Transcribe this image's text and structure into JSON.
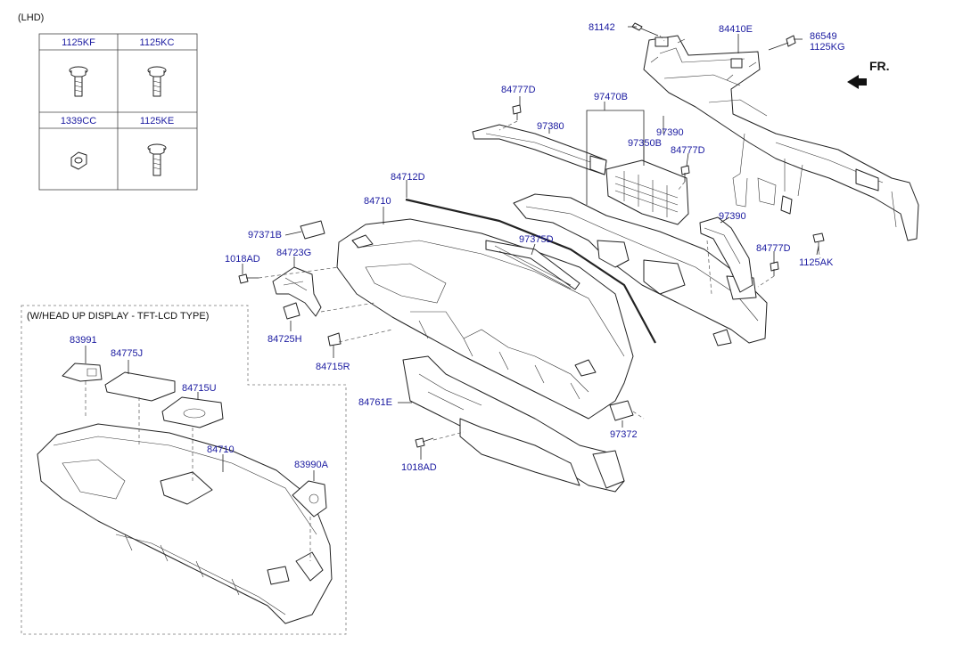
{
  "header": {
    "variant": "(LHD)",
    "hud_box_title": "(W/HEAD UP DISPLAY - TFT-LCD TYPE)",
    "direction": "FR."
  },
  "fastener_table": [
    "1125KF",
    "1125KC",
    "1339CC",
    "1125KE"
  ],
  "labels": {
    "l81142": "81142",
    "l84410E": "84410E",
    "l86549": "86549",
    "l1125KG": "1125KG",
    "l84777D_a": "84777D",
    "l97470B": "97470B",
    "l97380": "97380",
    "l97390_a": "97390",
    "l97350B": "97350B",
    "l84777D_b": "84777D",
    "l84712D": "84712D",
    "l84710_a": "84710",
    "l97390_b": "97390",
    "l84777D_c": "84777D",
    "l1125AK": "1125AK",
    "l97371B": "97371B",
    "l97375D": "97375D",
    "l84723G": "84723G",
    "l1018AD_a": "1018AD",
    "l84725H": "84725H",
    "l84715R": "84715R",
    "l84761E": "84761E",
    "l97372": "97372",
    "l1018AD_b": "1018AD",
    "l83991": "83991",
    "l84775J": "84775J",
    "l84715U": "84715U",
    "l84710_b": "84710",
    "l83990A": "83990A"
  }
}
